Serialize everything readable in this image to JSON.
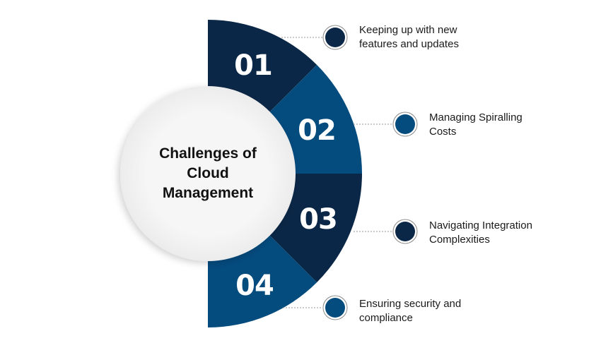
{
  "center": {
    "title_line1": "Challenges of",
    "title_line2": "Cloud",
    "title_line3": "Management"
  },
  "colors": {
    "dark_navy": "#0b2747",
    "medium_blue": "#044b7e",
    "inner_circle": "#f4f4f4",
    "connector": "#9a9a9a"
  },
  "items": [
    {
      "number": "01",
      "line1": "Keeping up with new",
      "line2": "features and updates",
      "color": "#0b2747"
    },
    {
      "number": "02",
      "line1": "Managing Spiralling",
      "line2": "Costs",
      "color": "#044b7e"
    },
    {
      "number": "03",
      "line1": "Navigating Integration",
      "line2": "Complexities",
      "color": "#0b2747"
    },
    {
      "number": "04",
      "line1": "Ensuring security and",
      "line2": "compliance",
      "color": "#044b7e"
    }
  ]
}
